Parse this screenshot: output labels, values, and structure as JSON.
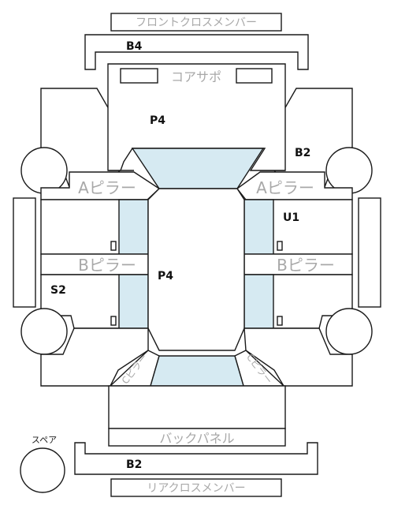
{
  "labels": {
    "front_cross_member": "フロントクロスメンバー",
    "core_support": "コアサポ",
    "a_pillar": "Aピラー",
    "b_pillar": "Bピラー",
    "back_panel": "バックパネル",
    "rear_cross_member": "リアクロスメンバー",
    "spare": "スペア",
    "c_pillar": "Cピラー"
  },
  "codes": {
    "front_member": "B4",
    "hood": "P4",
    "front_right_fender": "B2",
    "right_front_door": "U1",
    "roof": "P4",
    "left_rear_door": "S2",
    "rear_member": "B2"
  }
}
